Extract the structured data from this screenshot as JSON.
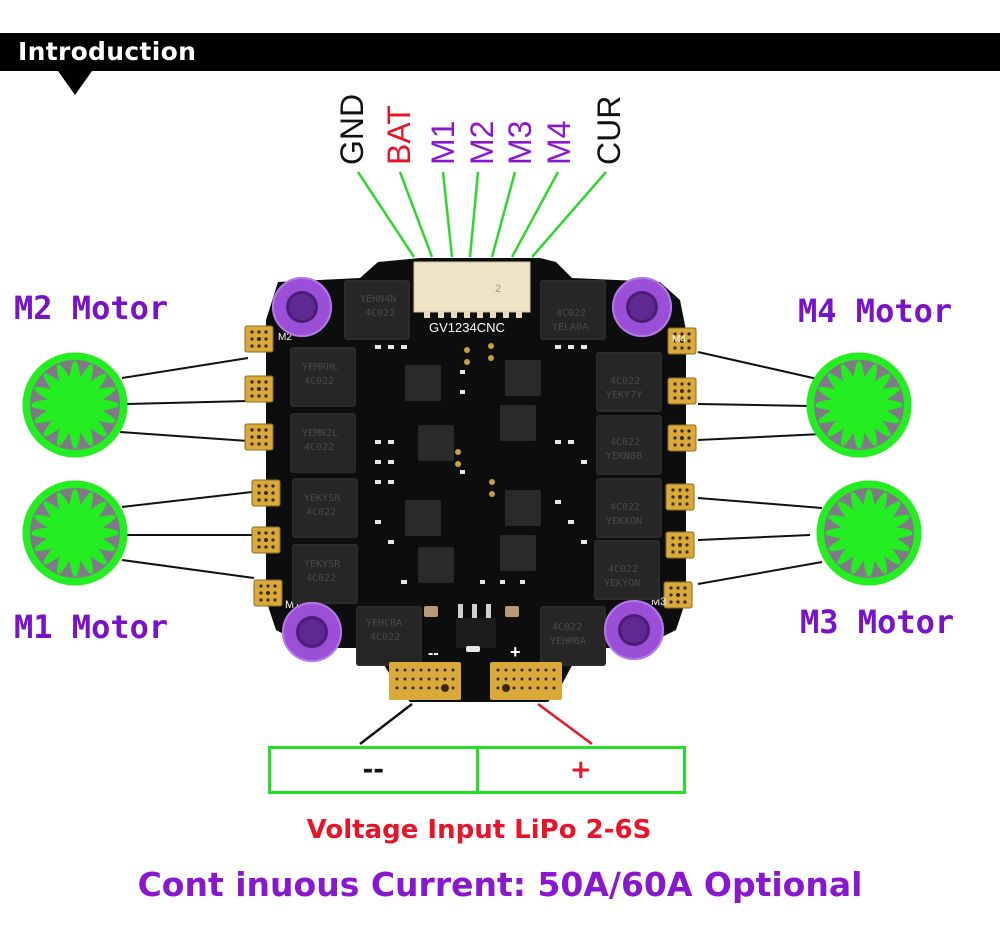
{
  "header": {
    "title": "Introduction"
  },
  "connector": {
    "pins": [
      {
        "label": "GND",
        "color": "#111111"
      },
      {
        "label": "BAT",
        "color": "#e8142a"
      },
      {
        "label": "M1",
        "color": "#8a17d0"
      },
      {
        "label": "M2",
        "color": "#8a17d0"
      },
      {
        "label": "M3",
        "color": "#8a17d0"
      },
      {
        "label": "M4",
        "color": "#8a17d0"
      },
      {
        "label": "CUR",
        "color": "#111111"
      }
    ],
    "silkscreen": "GV1234CNC",
    "connector_mark": "2",
    "line_color": "#2fd62f"
  },
  "motors": {
    "m2": {
      "label": "M2 Motor"
    },
    "m1": {
      "label": "M1 Motor"
    },
    "m4": {
      "label": "M4 Motor"
    },
    "m3": {
      "label": "M3 Motor"
    }
  },
  "board": {
    "corner_labels": {
      "m2": "M2",
      "m1": "M1",
      "m4": "M4",
      "m3": "M3"
    },
    "mosfet_markings": {
      "top_left": [
        "YEHN4N",
        "4C022"
      ],
      "left_1": [
        "YEMRHL",
        "4C022"
      ],
      "left_2": [
        "YEMN2L",
        "4C022"
      ],
      "left_3": [
        "YEKYSR",
        "4C022"
      ],
      "left_4": [
        "YEKYSR",
        "4C022"
      ],
      "bottom_left": [
        "YEHCBA",
        "4C022"
      ],
      "top_right": [
        "4C022",
        "YELA0A"
      ],
      "right_1": [
        "4C022",
        "YEKY7Y"
      ],
      "right_2": [
        "4C022",
        "YEKN8B"
      ],
      "right_3": [
        "4C022",
        "YEKXON"
      ],
      "right_4": [
        "4C022",
        "YEKYON"
      ],
      "bottom_right": [
        "4C022",
        "YEHM6A"
      ]
    },
    "power_pad_signs": {
      "negative": "--",
      "positive": "+"
    },
    "pcb_color": "#0d0d0d",
    "pad_color": "#d9a93a",
    "standoff_color": "#9b4fd8",
    "motor_color": "#22ee22",
    "motor_slot_color": "#7f7a86"
  },
  "battery": {
    "negative": "--",
    "positive": "+",
    "box_color": "#22e022"
  },
  "specs": {
    "voltage": "Voltage Input LiPo 2-6S",
    "current": "Cont inuous Current: 50A/60A Optional"
  }
}
